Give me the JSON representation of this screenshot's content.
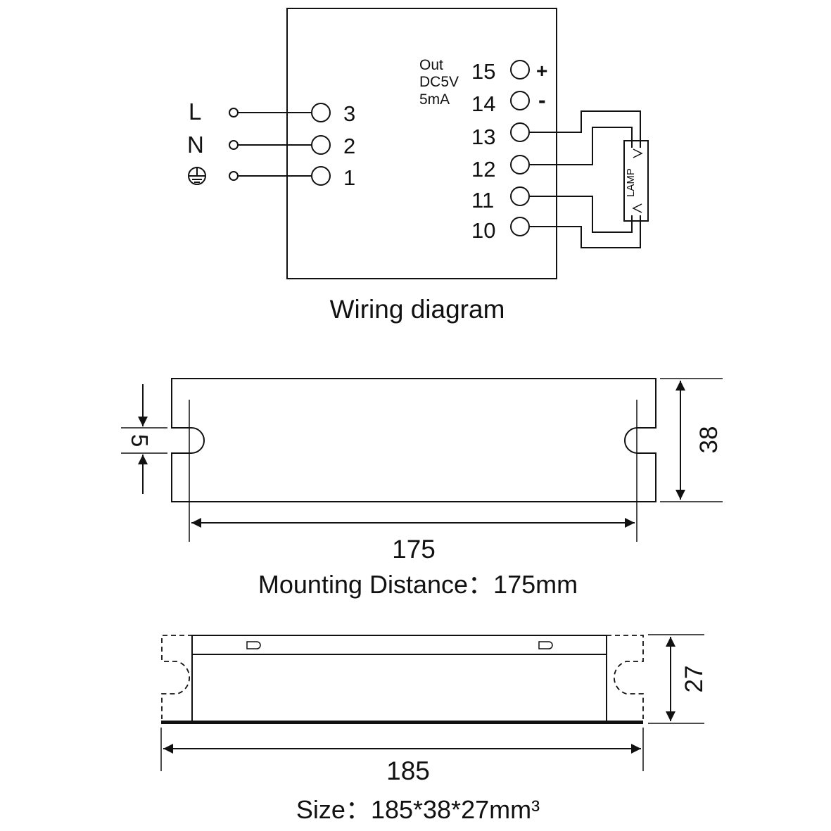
{
  "wiring": {
    "caption": "Wiring diagram",
    "inputs": [
      {
        "label": "L",
        "terminal": "3"
      },
      {
        "label": "N",
        "terminal": "2"
      },
      {
        "label": "",
        "terminal": "1",
        "icon": "ground-icon"
      }
    ],
    "output_note": [
      "Out",
      "DC5V",
      "5mA"
    ],
    "outputs": [
      {
        "terminal": "15",
        "polarity": "+"
      },
      {
        "terminal": "14",
        "polarity": "-"
      },
      {
        "terminal": "13",
        "polarity": ""
      },
      {
        "terminal": "12",
        "polarity": ""
      },
      {
        "terminal": "11",
        "polarity": ""
      },
      {
        "terminal": "10",
        "polarity": ""
      }
    ],
    "lamp_label": "LAMP"
  },
  "mounting": {
    "slot_dim": "5",
    "height_dim": "38",
    "length_dim": "175",
    "caption": "Mounting  Distance：175mm"
  },
  "size": {
    "height_dim": "27",
    "length_dim": "185",
    "caption": "Size：185*38*27mm³"
  }
}
